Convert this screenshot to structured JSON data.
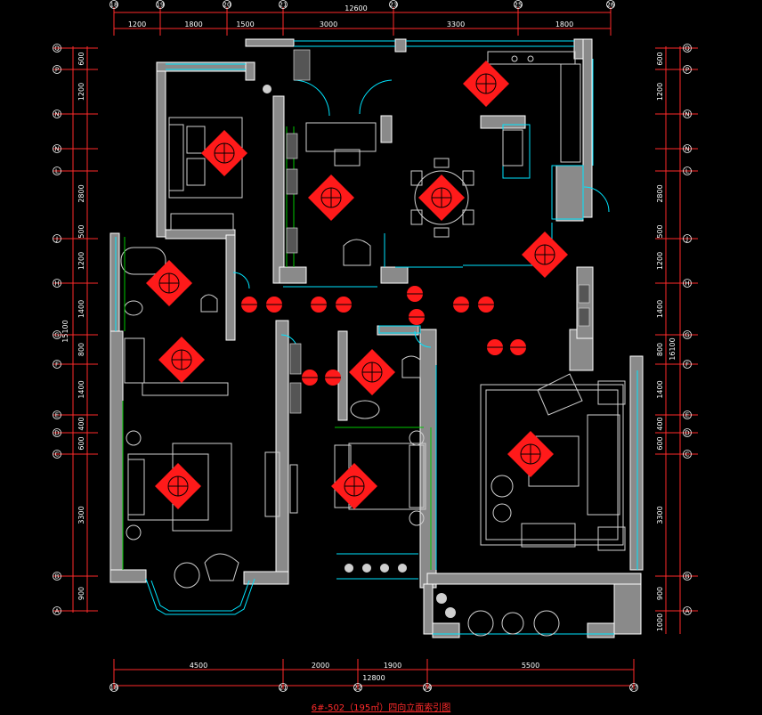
{
  "drawing": {
    "title": "6#-502（195㎡）四向立面索引图",
    "top_total": "12600",
    "bottom_total": "12800",
    "left_total": "15100",
    "right_total": "16100"
  },
  "top_axes": [
    "18",
    "19",
    "20",
    "21",
    "23",
    "25",
    "26"
  ],
  "top_dims": [
    "1200",
    "1800",
    "1500",
    "3000",
    "3300",
    "1800"
  ],
  "bottom_axes": [
    "18",
    "21",
    "22",
    "24",
    "27"
  ],
  "bottom_dims": [
    "4500",
    "2000",
    "1900",
    "5500"
  ],
  "left_axes": [
    "Q",
    "P",
    "N",
    "N",
    "L",
    "J",
    "H",
    "G",
    "F",
    "E",
    "D",
    "C",
    "B",
    "A"
  ],
  "left_dims": [
    "600",
    "1200",
    "2800",
    "500",
    "1200",
    "1400",
    "800",
    "1400",
    "400",
    "600",
    "3300",
    "900"
  ],
  "right_axes": [
    "Q",
    "P",
    "N",
    "N",
    "L",
    "J",
    "H",
    "G",
    "F",
    "E",
    "D",
    "C",
    "B",
    "A"
  ],
  "right_dims": [
    "600",
    "1200",
    "2800",
    "500",
    "1200",
    "1400",
    "800",
    "1400",
    "400",
    "600",
    "3300",
    "900",
    "1000"
  ],
  "colors": {
    "background": "#000000",
    "wall": "#ffffff",
    "wall_fill": "#8a8a8a",
    "glass": "#00e5ff",
    "dimension": "#ff2a2a",
    "furniture": "#d0d0d0",
    "green": "#00c800",
    "index_marker": "#ff1a1a"
  }
}
